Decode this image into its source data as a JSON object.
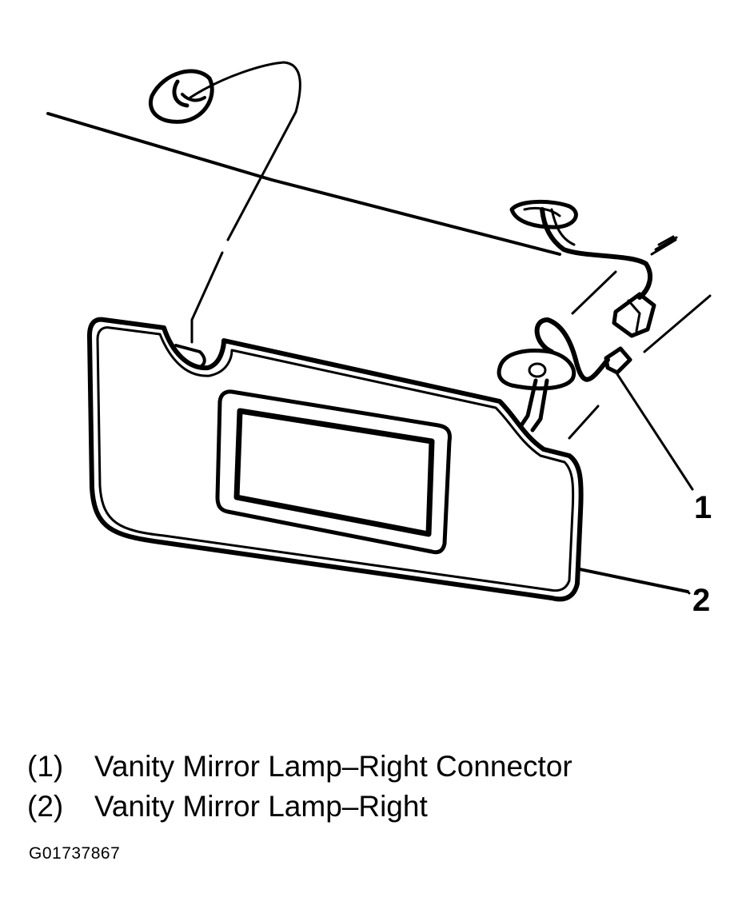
{
  "callouts": {
    "c1": "1",
    "c2": "2"
  },
  "legend": [
    {
      "number": "(1)",
      "label": "Vanity Mirror Lamp–Right Connector"
    },
    {
      "number": "(2)",
      "label": "Vanity Mirror Lamp–Right"
    }
  ],
  "figure_id": "G01737867"
}
